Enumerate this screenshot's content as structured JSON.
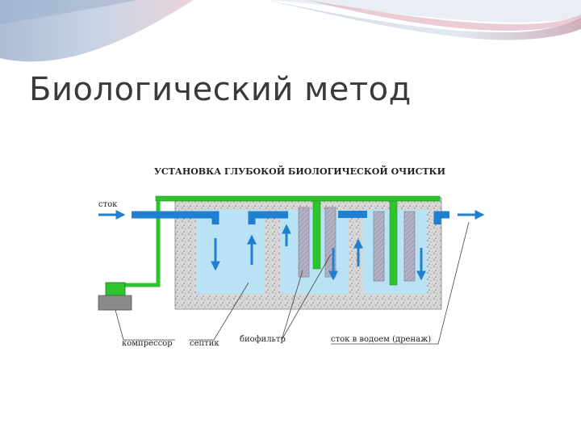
{
  "slide": {
    "title": "Биологический метод"
  },
  "diagram": {
    "heading": "УСТАНОВКА ГЛУБОКОЙ БИОЛОГИЧЕСКОЙ ОЧИСТКИ",
    "labels": {
      "inflow": "сток",
      "compressor": "компрессор",
      "septic": "септик",
      "biofilter": "биофильтр",
      "outflow": "сток в водоем (дренаж)"
    },
    "colors": {
      "water": "#b9e3f5",
      "pipe": "#1f7fd0",
      "air_line": "#2ec42e",
      "concrete": "#d6d6d6",
      "filter": "#8a9ab8"
    }
  }
}
